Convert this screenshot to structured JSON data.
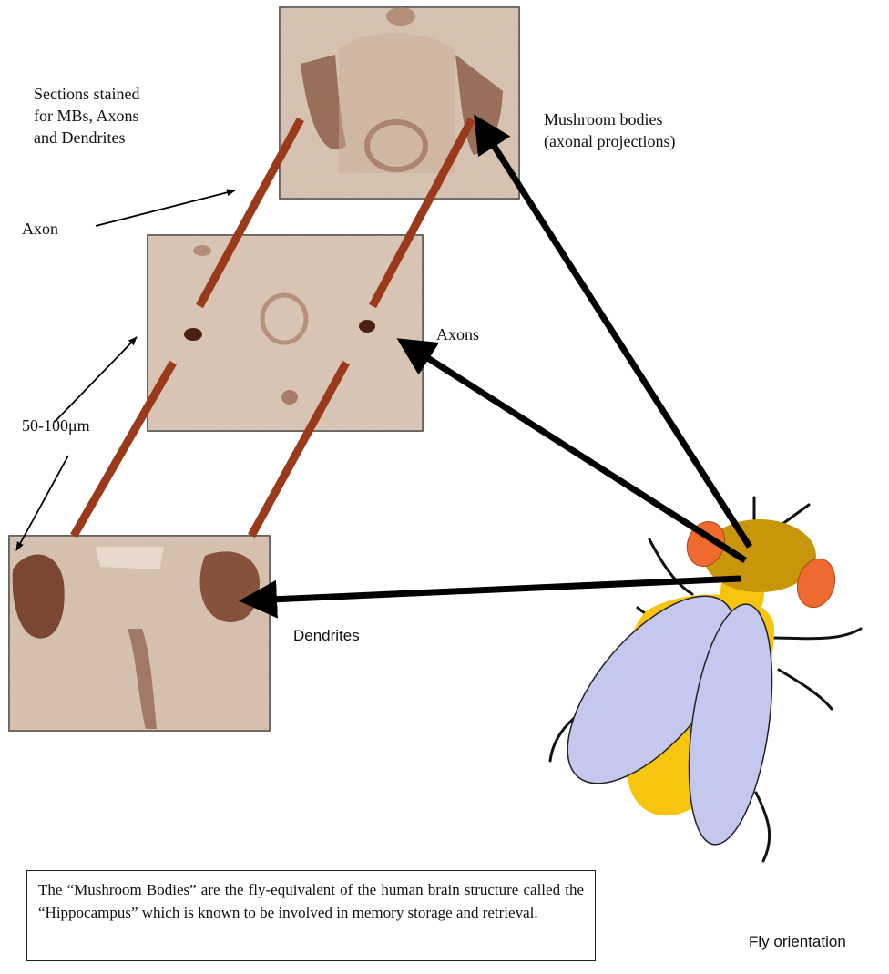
{
  "labels": {
    "sections_stained": [
      "Sections stained",
      "for MBs, Axons",
      "and Dendrites"
    ],
    "mushroom_bodies": [
      "Mushroom bodies",
      "(axonal projections)"
    ],
    "axon": "Axon",
    "axons": "Axons",
    "distance": "50-100μm",
    "dendrites": "Dendrites",
    "fly_orientation": "Fly orientation"
  },
  "caption": "The “Mushroom Bodies” are the fly-equivalent of the human brain structure called the “Hippocampus” which is known to be involved in memory storage and retrieval.",
  "colors": {
    "tissue_bg": "#d8c3b0",
    "stain_dark": "#7a4a36",
    "projection_line": "#9b3a1a",
    "fly_head": "#c8960a",
    "fly_body": "#f7c510",
    "fly_eye": "#ef6a2e",
    "fly_wing": "#c4c8ee"
  }
}
